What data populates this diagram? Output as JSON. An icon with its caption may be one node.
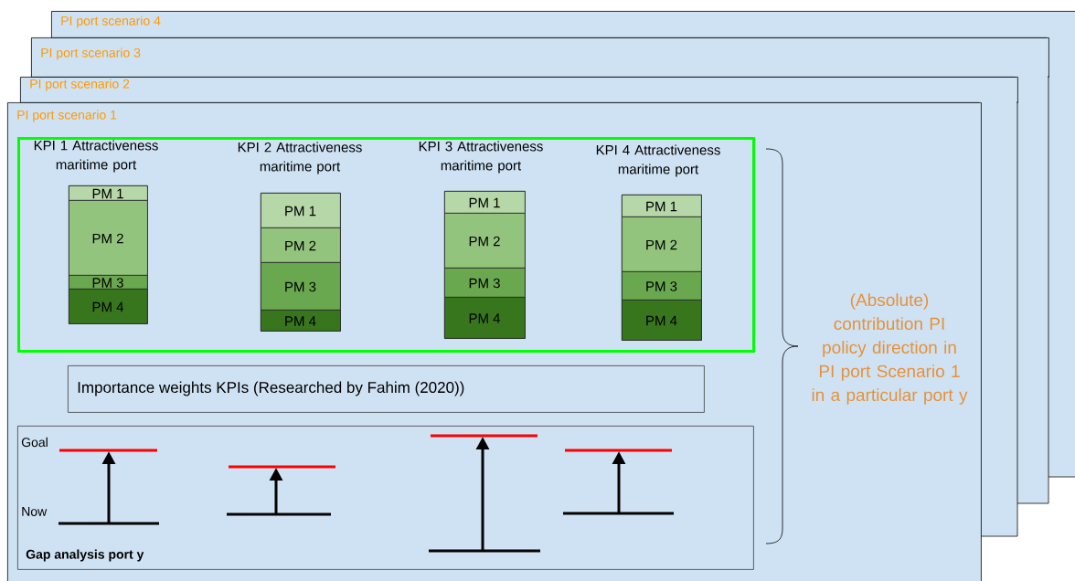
{
  "diagram": {
    "nodes": [
      {
        "text": [
          "PI port scenario 4"
        ]
      },
      {
        "text": [
          "PI port scenario 3"
        ]
      },
      {
        "text": [
          "PI port scenario 2"
        ]
      },
      {
        "text": [
          "PI port scenario 1"
        ]
      },
      {
        "text": [],
        "shape": "box",
        "in": 3
      },
      {
        "text": [
          "KPI 1 Attractiveness maritime port"
        ],
        "in": 4
      },
      {
        "text": [
          "PM 1"
        ],
        "in": 5
      },
      {
        "text": [
          "PM 2"
        ],
        "in": 5
      },
      {
        "text": [
          "PM 3"
        ],
        "in": 5
      },
      {
        "text": [
          "PM 4"
        ],
        "in": 5
      },
      {
        "text": [
          "KPI 2 Attractiveness maritime port"
        ],
        "in": 4
      },
      {
        "text": [
          "PM 1"
        ],
        "in": 10
      },
      {
        "text": [
          "PM 2"
        ],
        "in": 10
      },
      {
        "text": [
          "PM 3"
        ],
        "in": 10
      },
      {
        "text": [
          "PM 4"
        ],
        "in": 10
      },
      {
        "text": [
          "KPI 3 Attractiveness maritime port"
        ],
        "in": 4
      },
      {
        "text": [
          "PM 1"
        ],
        "in": 15
      },
      {
        "text": [
          "PM 2"
        ],
        "in": 15
      },
      {
        "text": [
          "PM 3"
        ],
        "in": 15
      },
      {
        "text": [
          "PM 4"
        ],
        "in": 15
      },
      {
        "text": [
          "KPI 4 Attractiveness maritime port"
        ],
        "in": 4
      },
      {
        "text": [
          "PM 1"
        ],
        "in": 20
      },
      {
        "text": [
          "PM 2"
        ],
        "in": 20
      },
      {
        "text": [
          "PM 3"
        ],
        "in": 20
      },
      {
        "text": [
          "PM 4"
        ],
        "in": 20
      },
      {
        "text": [
          "Importance weights KPIs (Researched by Fahim (2020))"
        ],
        "in": 3
      },
      {
        "text": [
          "Gap analysis port y"
        ],
        "in": 3
      }
    ],
    "labels": [
      "Goal",
      "Now",
      "(Absolute) contribution PI policy direction in PI port Scenario 1 in a particular port y"
    ]
  }
}
